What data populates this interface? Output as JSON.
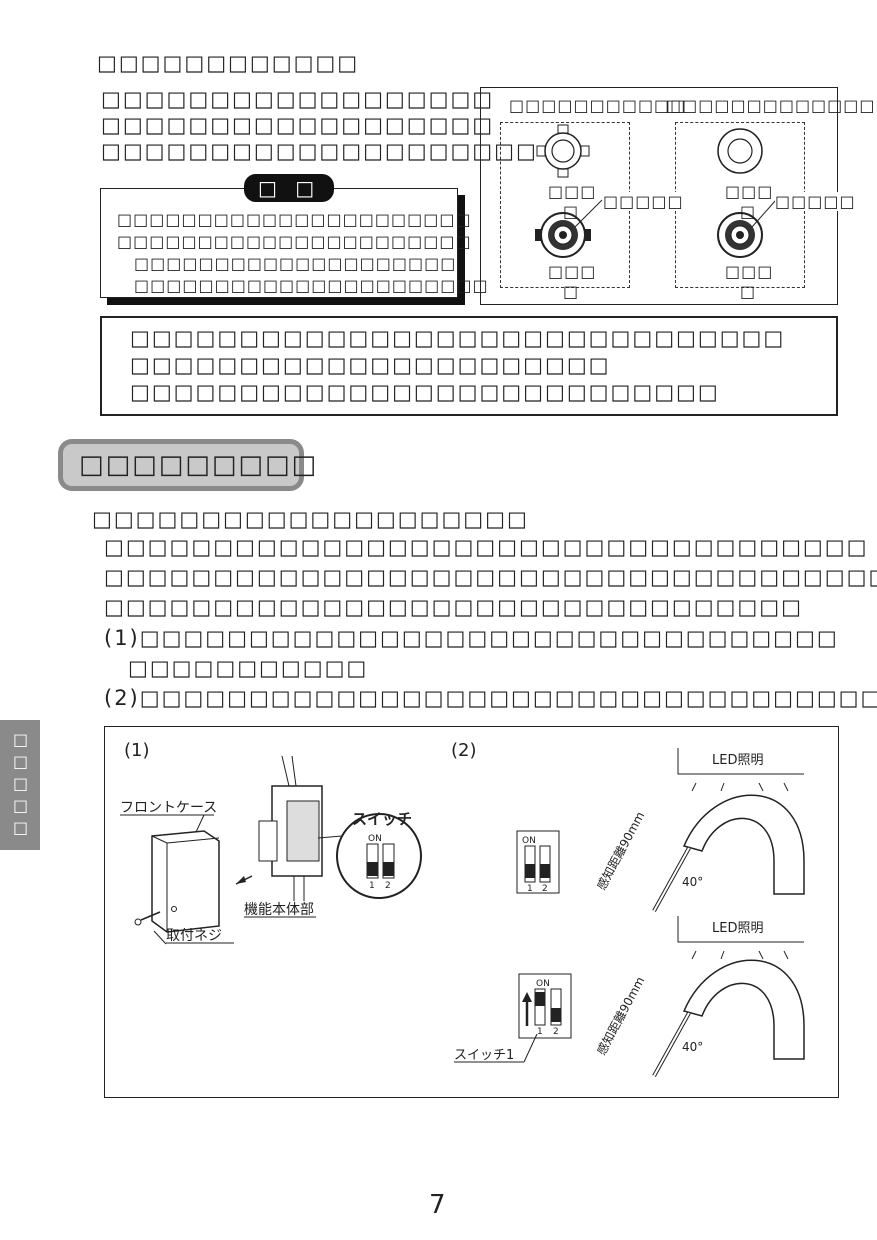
{
  "top": {
    "heading": "□□□□□□□□□□□□",
    "para": [
      "□□□□□□□□□□□□□□□□□□",
      "□□□□□□□□□□□□□□□□□□",
      "□□□□□□□□□□□□□□□□□□□□"
    ],
    "note_tag": "□ □",
    "note_lines": [
      "□□□□□□□□□□□□□□□□□□□□□□",
      "□□□□□□□□□□□□□□□□□□□□□□",
      "□□□□□□□□□□□□□□□□□□□□",
      "□□□□□□□□□□□□□□□□□□□□□□"
    ]
  },
  "figure_top": {
    "left_title": "□□□□□□□□□□□",
    "right_title": "□□□□□□□□□□□□□□□",
    "label_a": "□□□",
    "label_a2": "□",
    "label_b": "□□□",
    "label_b2": "□",
    "callout": "□□□□□"
  },
  "info_box": [
    "□□□□□□□□□□□□□□□□□□□□□□□□□□□□□□",
    "□□□□□□□□□□□□□□□□□□□□□□",
    "□□□□□□□□□□□□□□□□□□□□□□□□□□□"
  ],
  "section": {
    "title": "□□□□□□□□□",
    "subheading": "□□□□□□□□□□□□□□□□□□□□",
    "body": [
      "□□□□□□□□□□□□□□□□□□□□□□□□□□□□□□□□□□□",
      "□□□□□□□□□□□□□□□□□□□□□□□□□□□□□□□□□□□□",
      "□□□□□□□□□□□□□□□□□□□□□□□□□□□□□□□□"
    ],
    "step1": "(1)□□□□□□□□□□□□□□□□□□□□□□□□□□□□□□□□",
    "step1b": "□□□□□□□□□□□",
    "step2": "(2)□□□□□□□□□□□□□□□□□□□□□□□□□□□□□□□□□□"
  },
  "diagram": {
    "label1": "(1)",
    "label2": "(2)",
    "front_case": "フロントケース",
    "switch": "スイッチ",
    "on": "ON",
    "sw1": "1",
    "sw2": "2",
    "body_unit": "機能本体部",
    "screw": "取付ネジ",
    "led": "LED照明",
    "distance": "感知距離90mm",
    "angle": "40°",
    "switch1": "スイッチ1"
  },
  "side_tab": "□□□□□",
  "page_number": "7"
}
